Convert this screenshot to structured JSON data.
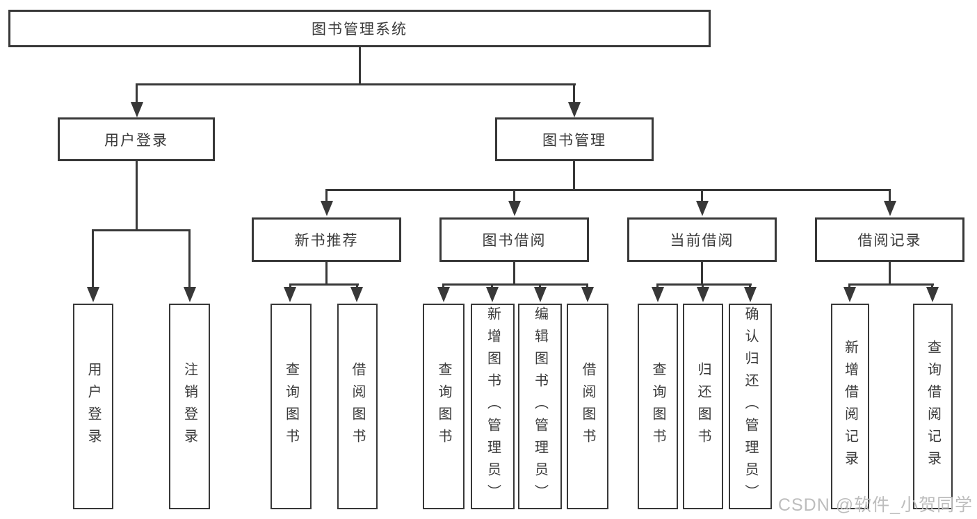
{
  "colors": {
    "line": "#383838",
    "box_border": "#383838",
    "text": "#3a3a3a",
    "background": "#ffffff",
    "watermark": "#bdbdbd"
  },
  "watermark": "CSDN @软件_小贺同学",
  "diagram": {
    "root": {
      "label": "图书管理系统"
    },
    "branches": {
      "login": {
        "label": "用户登录",
        "children": [
          {
            "label": "用户登录"
          },
          {
            "label": "注销登录"
          }
        ]
      },
      "management": {
        "label": "图书管理",
        "groups": {
          "recommend": {
            "label": "新书推荐",
            "children": [
              {
                "label": "查询图书"
              },
              {
                "label": "借阅图书"
              }
            ]
          },
          "borrow": {
            "label": "图书借阅",
            "children": [
              {
                "label": "查询图书"
              },
              {
                "label": "新增图书（管理员）"
              },
              {
                "label": "编辑图书（管理员）"
              },
              {
                "label": "借阅图书"
              }
            ]
          },
          "current": {
            "label": "当前借阅",
            "children": [
              {
                "label": "查询图书"
              },
              {
                "label": "归还图书"
              },
              {
                "label": "确认归还（管理员）"
              }
            ]
          },
          "records": {
            "label": "借阅记录",
            "children": [
              {
                "label": "新增借阅记录"
              },
              {
                "label": "查询借阅记录"
              }
            ]
          }
        }
      }
    }
  }
}
